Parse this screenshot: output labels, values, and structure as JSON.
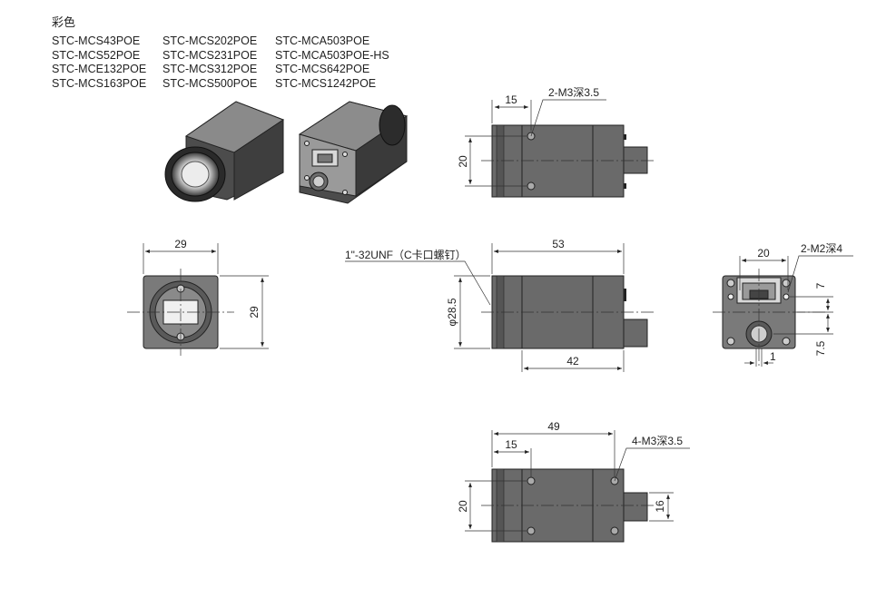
{
  "heading": "彩色",
  "models": [
    "STC-MCS43POE",
    "STC-MCS202POE",
    "STC-MCA503POE",
    "STC-MCS52POE",
    "STC-MCS231POE",
    "STC-MCA503POE-HS",
    "STC-MCE132POE",
    "STC-MCS312POE",
    "STC-MCS642POE",
    "STC-MCS163POE",
    "STC-MCS500POE",
    "STC-MCS1242POE"
  ],
  "dims": {
    "top_15": "15",
    "top_note": "2-M3深3.5",
    "top_20": "20",
    "front_29w": "29",
    "front_29h": "29",
    "side_53": "53",
    "side_mount": "1\"-32UNF（C卡口螺钉）",
    "side_dia": "φ28.5",
    "side_42": "42",
    "rear_20": "20",
    "rear_note": "2-M2深4",
    "rear_7": "7",
    "rear_75": "7.5",
    "rear_1": "1",
    "bottom_49": "49",
    "bottom_15": "15",
    "bottom_note": "4-M3深3.5",
    "bottom_20": "20",
    "bottom_16": "16"
  }
}
